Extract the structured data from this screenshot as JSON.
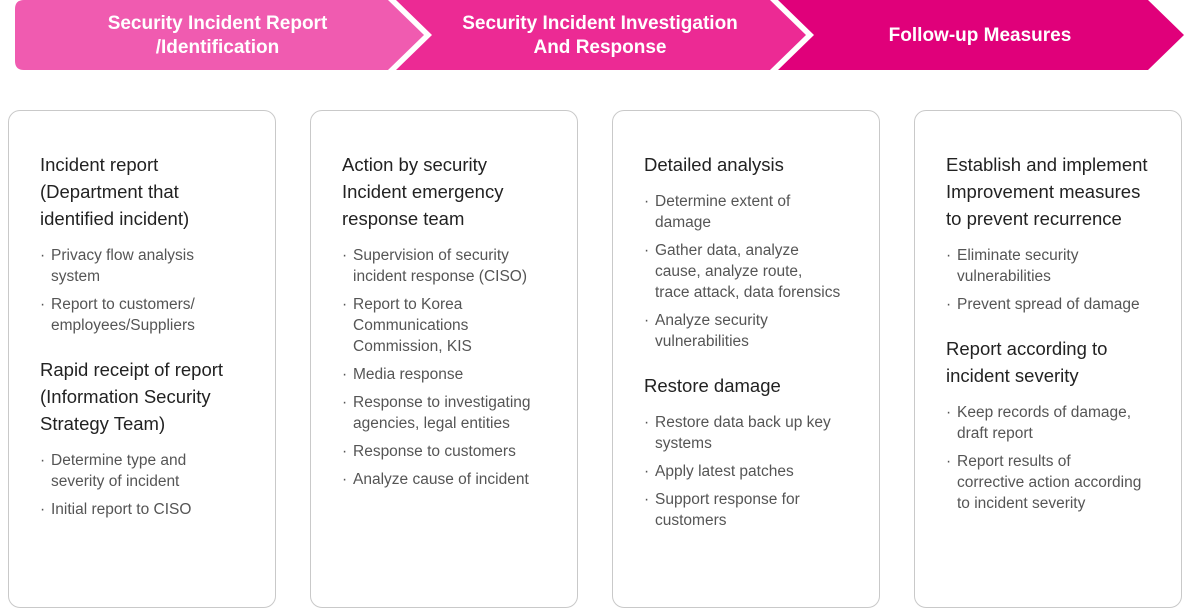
{
  "colors": {
    "stage1": "#f05bb0",
    "stage2": "#ec2a94",
    "stage3": "#e0007a",
    "card_border": "#c9c9c9"
  },
  "stages": [
    {
      "lines": [
        "Security Incident Report",
        "/Identification"
      ]
    },
    {
      "lines": [
        "Security Incident Investigation",
        "And Response"
      ]
    },
    {
      "lines": [
        "Follow-up Measures"
      ]
    }
  ],
  "columns": [
    {
      "sections": [
        {
          "title_lines": [
            "Incident report",
            "(Department that",
            "identified incident)"
          ],
          "items": [
            [
              "Privacy flow analysis",
              "system"
            ],
            [
              "Report to customers/",
              "employees/Suppliers"
            ]
          ]
        },
        {
          "title_lines": [
            "Rapid receipt of report",
            "(Information Security",
            "Strategy Team)"
          ],
          "items": [
            [
              "Determine type and",
              "severity of incident"
            ],
            [
              "Initial report to CISO"
            ]
          ]
        }
      ]
    },
    {
      "sections": [
        {
          "title_lines": [
            "Action by security",
            "Incident emergency",
            "response team"
          ],
          "items": [
            [
              "Supervision of security",
              "incident response (CISO)"
            ],
            [
              "Report to Korea",
              "Communications",
              "Commission, KIS"
            ],
            [
              "Media response"
            ],
            [
              "Response to investigating",
              "agencies, legal entities"
            ],
            [
              "Response to customers"
            ],
            [
              "Analyze cause of incident"
            ]
          ]
        }
      ]
    },
    {
      "sections": [
        {
          "title_lines": [
            "Detailed analysis"
          ],
          "items": [
            [
              "Determine extent of",
              "damage"
            ],
            [
              "Gather data, analyze",
              "cause, analyze route,",
              "trace attack, data forensics"
            ],
            [
              "Analyze security",
              "vulnerabilities"
            ]
          ]
        },
        {
          "title_lines": [
            "Restore damage"
          ],
          "items": [
            [
              "Restore data back up key",
              " systems"
            ],
            [
              "Apply latest patches"
            ],
            [
              "Support response for",
              "customers"
            ]
          ]
        }
      ]
    },
    {
      "sections": [
        {
          "title_lines": [
            "Establish and implement",
            "Improvement measures",
            "to prevent recurrence"
          ],
          "items": [
            [
              "Eliminate security",
              "vulnerabilities"
            ],
            [
              "Prevent spread of damage"
            ]
          ]
        },
        {
          "title_lines": [
            "Report according to",
            "incident severity"
          ],
          "items": [
            [
              "Keep records of damage,",
              "draft report"
            ],
            [
              "Report results of",
              "corrective action according",
              "to incident severity"
            ]
          ]
        }
      ]
    }
  ]
}
